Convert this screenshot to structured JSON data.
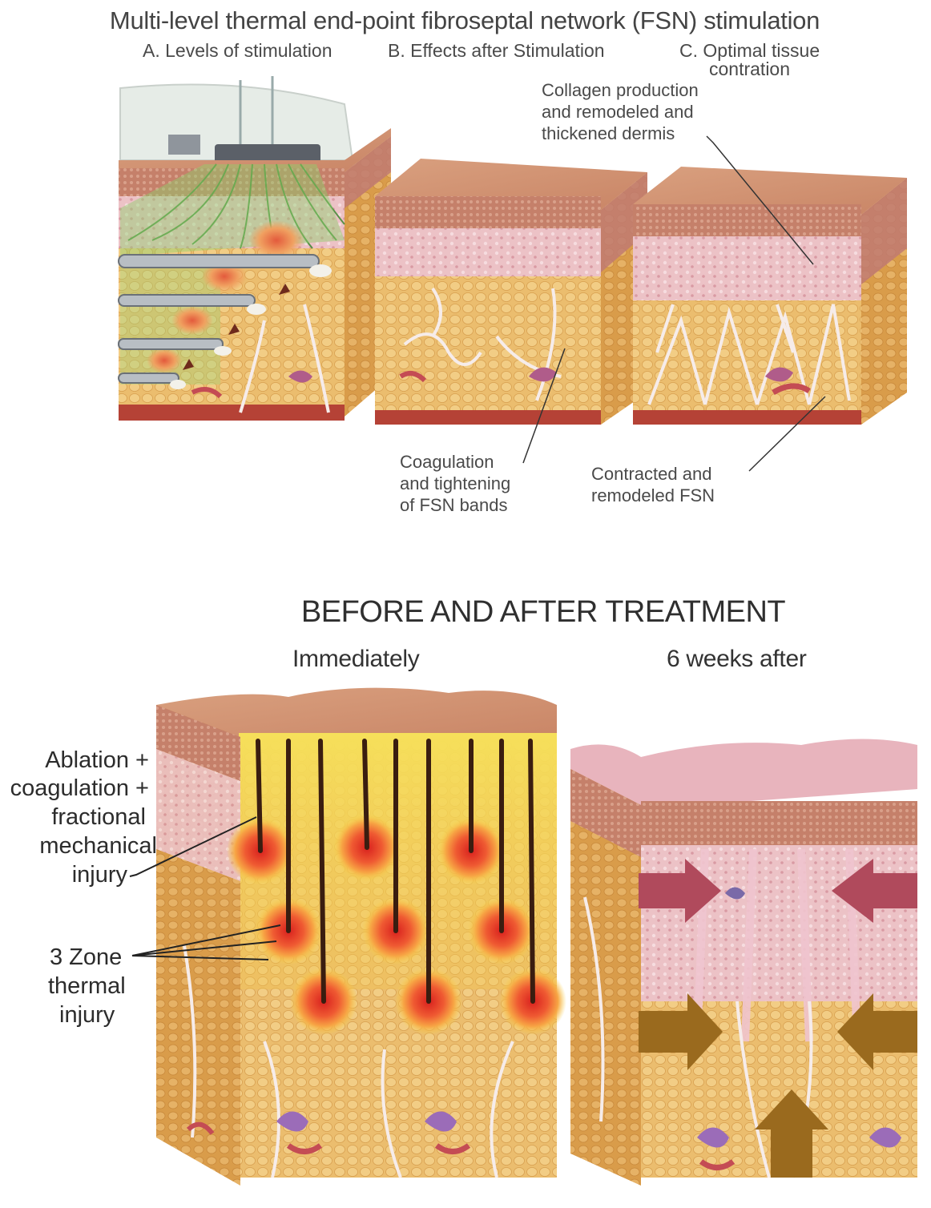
{
  "title": "Multi-level thermal end-point fibroseptal network (FSN) stimulation",
  "panels": {
    "a_label": "A. Levels of stimulation",
    "b_label": "B. Effects after Stimulation",
    "c_label_line1": "C. Optimal tissue",
    "c_label_line2": "contration"
  },
  "annotations_top": {
    "collagen_1": "Collagen production",
    "collagen_2": "and remodeled and",
    "collagen_3": "thickened dermis",
    "coag_1": "Coagulation",
    "coag_2": "and tightening",
    "coag_3": "of FSN bands",
    "contract_1": "Contracted and",
    "contract_2": "remodeled FSN"
  },
  "section2": {
    "title": "BEFORE AND AFTER TREATMENT",
    "immediately": "Immediately",
    "weeks": "6 weeks after"
  },
  "annotations_bottom": {
    "ablation_1": "Ablation +",
    "ablation_2": "coagulation +",
    "ablation_3": "fractional",
    "ablation_4": "mechanical",
    "ablation_5": "injury",
    "zone_1": "3 Zone",
    "zone_2": "thermal",
    "zone_3": "injury"
  },
  "colors": {
    "epidermis": "#c98b6b",
    "dermis": "#e9b8bd",
    "fat": "#e8b566",
    "fat_side": "#d9a24e",
    "septa": "#f4e6e6",
    "device_green": "#7ec55c",
    "thermal_red": "#e4322a",
    "thermal_yellow": "#f7d84a",
    "arrow_pink": "#b04a5c",
    "arrow_brown": "#9a6a1e"
  }
}
